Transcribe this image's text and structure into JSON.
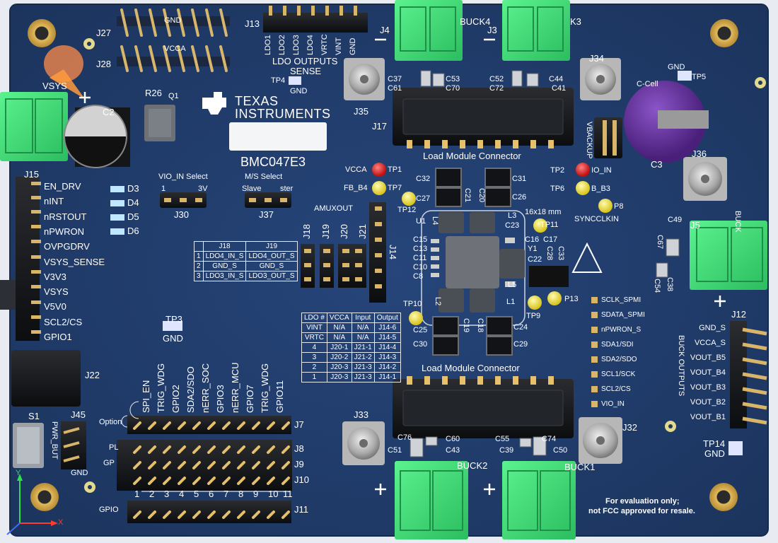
{
  "board": {
    "brand_line1": "TEXAS",
    "brand_line2": "INSTRUMENTS",
    "part_number": "BMC047E3",
    "disclaimer_line1": "For evaluation only;",
    "disclaimer_line2": "not FCC approved for resale."
  },
  "sections": {
    "ldo_outputs": "LDO OUTPUTS",
    "sense": "SENSE",
    "load_module_top": "Load Module Connector",
    "load_module_bottom": "Load Module Connector",
    "buck_outputs": "BUCK OUTPUTS",
    "vio_in_select": "VIO_IN Select",
    "vio_option_a": "1",
    "vio_option_b": "3V",
    "ms_select": "M/S Select",
    "ms_option_a": "Slave",
    "ms_option_b": "ster",
    "amuxout": "AMUXOUT",
    "synclkin": "SYNCCLKIN",
    "size": "16x18 mm",
    "option": "Option",
    "gpio": "GPIO",
    "pwr_but": "PWR_BUT",
    "gnd": "GND",
    "c_cell": "C-Cell",
    "vbackup": "VBACKUP",
    "vsys": "VSYS",
    "pl_fragment": "PL",
    "gp_fragment": "GP",
    "buck_fragment": "BUCK"
  },
  "refdes": {
    "j27": "J27",
    "j28": "J28",
    "j13": "J13",
    "j4": "J4",
    "j3": "J3",
    "j35": "J35",
    "j34": "J34",
    "j17": "J17",
    "j15": "J15",
    "j30": "J30",
    "j37": "J37",
    "j14": "J14",
    "j18": "J18",
    "j19": "J19",
    "j20": "J20",
    "j21": "J21",
    "j22": "J22",
    "j36": "J36",
    "j5": "J5",
    "j12": "J12",
    "j33": "J33",
    "j32": "J32",
    "j7": "J7",
    "j8": "J8",
    "j9": "J9",
    "j10": "J10",
    "j11": "J11",
    "j45": "J45",
    "s1": "S1",
    "r26": "R26",
    "q1": "Q1",
    "c2": "C2",
    "c3": "C3",
    "u1": "U1",
    "y1": "Y1",
    "buck4": "BUCK4",
    "buck3": "K3",
    "buck2": "BUCK2",
    "buck1": "BUCK1",
    "d3": "D3",
    "d4": "D4",
    "d5": "D5",
    "d6": "D6",
    "tp1": "TP1",
    "tp2": "TP2",
    "tp3": "TP3",
    "tp4": "TP4",
    "tp5": "TP5",
    "tp6": "TP6",
    "tp7": "TP7",
    "tp8": "P8",
    "tp9": "TP9",
    "tp10": "TP10",
    "tp11": "TP11",
    "tp12": "TP12",
    "tp13": "P13",
    "tp14": "TP14",
    "l1": "L1",
    "l2": "L2",
    "l3": "L3",
    "l4": "L4",
    "l5": "L5",
    "c8": "C8",
    "c10": "C10",
    "c11": "C11",
    "c13": "C13",
    "c15": "C15",
    "c16": "C16",
    "c17": "C17",
    "c18": "C18",
    "c19": "C19",
    "c20": "C20",
    "c21": "C21",
    "c22": "C22",
    "c23": "C23",
    "c24": "C24",
    "c25": "C25",
    "c26": "C26",
    "c27": "C27",
    "c28": "C28",
    "c29": "C29",
    "c30": "C30",
    "c31": "C31",
    "c32": "C32",
    "c33": "C33",
    "c37": "C37",
    "c38": "C38",
    "c39": "C39",
    "c43": "C43",
    "c44": "C44",
    "c49": "C49",
    "c50": "C50",
    "c51": "C51",
    "c52": "C52",
    "c53": "C53",
    "c54": "C54",
    "c55": "C55",
    "c60": "C60",
    "c61": "C61",
    "c67": "C67",
    "c72": "C72",
    "c74": "C74",
    "c76": "C76",
    "c70": "C70",
    "c41": "C41"
  },
  "labels": {
    "tp1_net": "VCCA",
    "tp7_net": "FB_B4",
    "tp2_net": "IO_IN",
    "tp6_net": "B_B3",
    "gnd_label": "GND",
    "vcca_label": "VCCA"
  },
  "j13_pins": [
    "LDO1",
    "LDO2",
    "LDO3",
    "LDO4",
    "VRTC",
    "VINT",
    "GND"
  ],
  "j15_pins": [
    "EN_DRV",
    "nINT",
    "nRSTOUT",
    "nPWRON",
    "OVPGDRV",
    "VSYS_SENSE",
    "V3V3",
    "VSYS",
    "V5V0",
    "SCL2/CS",
    "GPIO1"
  ],
  "j12_pins": [
    "GND_S",
    "VCCA_S",
    "VOUT_B5",
    "VOUT_B4",
    "VOUT_B3",
    "VOUT_B2",
    "VOUT_B1"
  ],
  "test_points_mid": [
    "SCLK_SPMI",
    "SDATA_SPMI",
    "nPWRON_S",
    "SDA1/SDI",
    "SDA2/SDO",
    "SCL1/SCK",
    "SCL2/CS",
    "VIO_IN"
  ],
  "gpio_header_labels": [
    "SPI_EN",
    "TRIG_WDG",
    "GPIO2",
    "SDA2/SDO",
    "nERR_SOC",
    "GPIO3",
    "nERR_MCU",
    "GPIO7",
    "TRIG_WDG",
    "GPIO11"
  ],
  "gpio_numbers": [
    "1",
    "2",
    "3",
    "4",
    "5",
    "6",
    "7",
    "8",
    "9",
    "10",
    "11"
  ],
  "j18_j19_table": {
    "headers": [
      "",
      "J18",
      "J19"
    ],
    "rows": [
      [
        "1",
        "LDO4_IN_S",
        "LDO4_OUT_S"
      ],
      [
        "2",
        "GND_S",
        "GND_S"
      ],
      [
        "3",
        "LDO3_IN_S",
        "LDO3_OUT_S"
      ]
    ]
  },
  "ldo_table": {
    "headers": [
      "LDO #",
      "VCCA",
      "Input",
      "Output"
    ],
    "rows": [
      [
        "VINT",
        "N/A",
        "N/A",
        "J14-6"
      ],
      [
        "VRTC",
        "N/A",
        "N/A",
        "J14-5"
      ],
      [
        "4",
        "J20-1",
        "J21-1",
        "J14-4"
      ],
      [
        "3",
        "J20-2",
        "J21-2",
        "J14-3"
      ],
      [
        "2",
        "J20-3",
        "J21-3",
        "J14-2"
      ],
      [
        "1",
        "J20-3",
        "J21-3",
        "J14-1"
      ]
    ]
  },
  "axis": {
    "x": "X",
    "y": "Y"
  },
  "colors": {
    "board": "#1f3a63",
    "board_edge": "#1a3157",
    "terminal_green": "#3fe07a",
    "header_black": "#111316",
    "gold_pin": "#d9b56a",
    "test_point_red": "#e0201d",
    "test_point_yellow": "#f4e63a",
    "battery_purple": "#5a2c8f"
  }
}
